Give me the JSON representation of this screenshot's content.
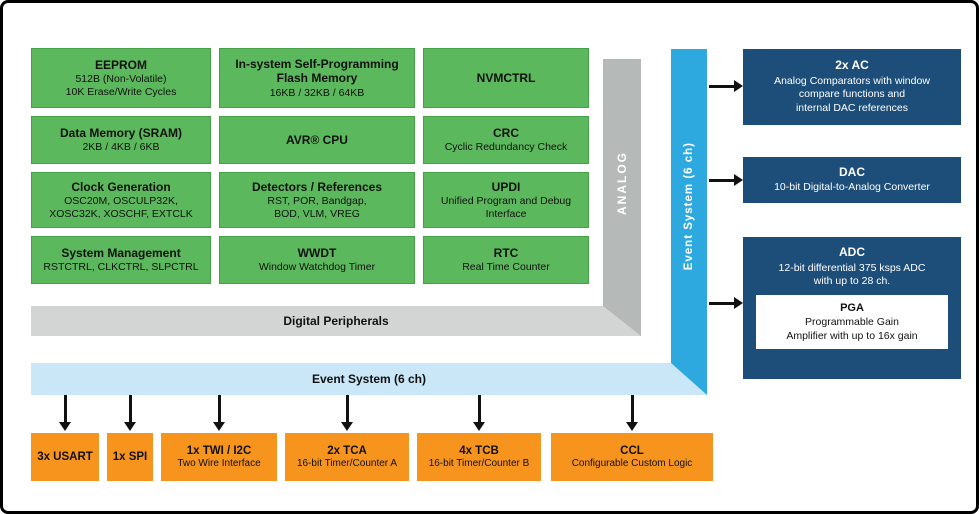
{
  "colors": {
    "green": "#5cb85c",
    "dark_blue": "#1d4e79",
    "orange": "#f6941e",
    "cyan": "#2ea9df",
    "light_blue": "#c9e7f6",
    "gray_band": "#d2d5d3",
    "gray_bar": "#b5b9b7",
    "arrow": "#111111"
  },
  "green_blocks": [
    {
      "title": "EEPROM",
      "sub": "512B (Non-Volatile)\n10K Erase/Write Cycles"
    },
    {
      "title": "In-system Self-Programming\nFlash Memory",
      "sub": "16KB / 32KB / 64KB"
    },
    {
      "title": "NVMCTRL",
      "sub": ""
    },
    {
      "title": "Data Memory (SRAM)",
      "sub": "2KB / 4KB / 6KB"
    },
    {
      "title": "AVR® CPU",
      "sub": ""
    },
    {
      "title": "CRC",
      "sub": "Cyclic Redundancy Check"
    },
    {
      "title": "Clock Generation",
      "sub": "OSC20M, OSCULP32K,\nXOSC32K, XOSCHF, EXTCLK"
    },
    {
      "title": "Detectors / References",
      "sub": "RST, POR, Bandgap,\nBOD, VLM, VREG"
    },
    {
      "title": "UPDI",
      "sub": "Unified Program and Debug\nInterface"
    },
    {
      "title": "System Management",
      "sub": "RSTCTRL, CLKCTRL, SLPCTRL"
    },
    {
      "title": "WWDT",
      "sub": "Window Watchdog Timer"
    },
    {
      "title": "RTC",
      "sub": "Real Time Counter"
    }
  ],
  "bands": {
    "digital": "Digital Peripherals",
    "analog": "ANALOG",
    "event_vertical": "Event System (6 ch)",
    "event_horizontal": "Event System (6 ch)"
  },
  "blue_blocks": {
    "ac": {
      "title": "2x AC",
      "sub": "Analog Comparators with window\ncompare functions and\ninternal DAC references"
    },
    "dac": {
      "title": "DAC",
      "sub": "10-bit Digital-to-Analog Converter"
    },
    "adc": {
      "title": "ADC",
      "sub": "12-bit differential 375 ksps ADC\nwith up to 28 ch."
    },
    "pga": {
      "title": "PGA",
      "sub": "Programmable Gain\nAmplifier with up to 16x gain"
    }
  },
  "orange_blocks": [
    {
      "title": "3x USART",
      "sub": ""
    },
    {
      "title": "1x SPI",
      "sub": ""
    },
    {
      "title": "1x TWI / I2C",
      "sub": "Two Wire Interface"
    },
    {
      "title": "2x TCA",
      "sub": "16-bit Timer/Counter A"
    },
    {
      "title": "4x TCB",
      "sub": "16-bit Timer/Counter B"
    },
    {
      "title": "CCL",
      "sub": "Configurable Custom Logic"
    }
  ]
}
